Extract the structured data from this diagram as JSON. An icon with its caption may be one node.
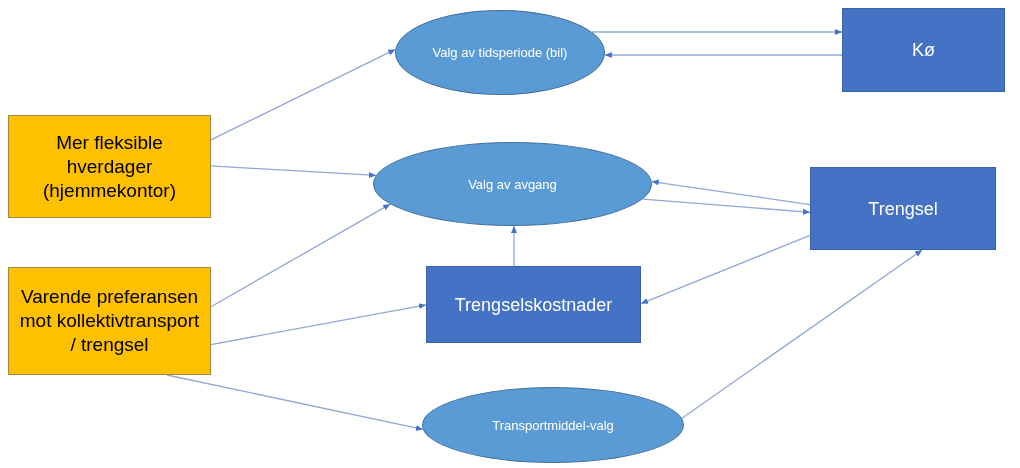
{
  "diagram": {
    "nodes": [
      {
        "text": [
          "Mer fleksible hverdager (hjemmekontor)"
        ]
      },
      {
        "text": [
          "Varende preferansen mot kollektivtransport / trengsel"
        ]
      },
      {
        "text": [
          "Valg av tidsperiode (bil)"
        ]
      },
      {
        "text": [
          "Kø"
        ]
      },
      {
        "text": [
          "Valg av avgang"
        ]
      },
      {
        "text": [
          "Trengsel"
        ]
      },
      {
        "text": [
          "Trengselskostnader"
        ]
      },
      {
        "text": [
          "Transportmiddel-valg"
        ]
      }
    ],
    "edges": [
      {
        "from": 0,
        "to": 2,
        "arrow": "to"
      },
      {
        "from": 0,
        "to": 4,
        "arrow": "to"
      },
      {
        "from": 1,
        "to": 4,
        "arrow": "to"
      },
      {
        "from": 1,
        "to": 6,
        "arrow": "to"
      },
      {
        "from": 1,
        "to": 7,
        "arrow": "to"
      },
      {
        "from": 2,
        "to": 3,
        "arrow": "to"
      },
      {
        "from": 3,
        "to": 2,
        "arrow": "to"
      },
      {
        "from": 5,
        "to": 4,
        "arrow": "to"
      },
      {
        "from": 4,
        "to": 5,
        "arrow": "to"
      },
      {
        "from": 6,
        "to": 4,
        "arrow": "to"
      },
      {
        "from": 5,
        "to": 6,
        "arrow": "to"
      },
      {
        "from": 7,
        "to": 5,
        "arrow": "to"
      }
    ]
  }
}
